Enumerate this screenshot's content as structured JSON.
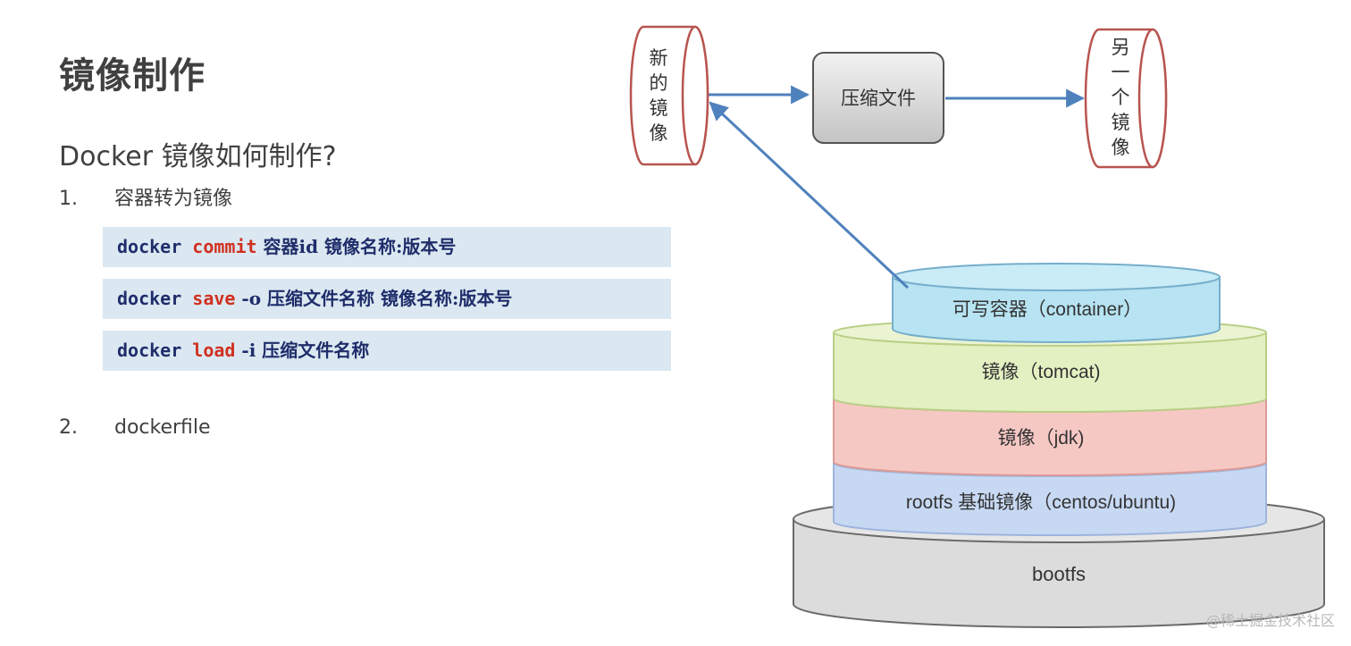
{
  "slide": {
    "title": "镜像制作",
    "subtitle": "Docker 镜像如何制作?",
    "steps": [
      {
        "num": "1.",
        "label": "容器转为镜像"
      },
      {
        "num": "2.",
        "label": "dockerfile"
      }
    ],
    "commands": [
      {
        "prefix": "docker ",
        "keyword": "commit",
        "rest": " 容器id 镜像名称:版本号"
      },
      {
        "prefix": "docker ",
        "keyword": "save",
        "rest": " -o 压缩文件名称 镜像名称:版本号"
      },
      {
        "prefix": "docker ",
        "keyword": "load",
        "rest": " -i 压缩文件名称"
      }
    ]
  },
  "diagram": {
    "new_image": [
      "新",
      "的",
      "镜",
      "像"
    ],
    "archive": "压缩文件",
    "another_image": [
      "另",
      "一",
      "个",
      "镜",
      "像"
    ],
    "layers": {
      "container": "可写容器（container）",
      "tomcat": "镜像（tomcat)",
      "jdk": "镜像（jdk)",
      "rootfs": "rootfs 基础镜像（centos/ubuntu)",
      "bootfs": "bootfs"
    }
  },
  "watermark": "@稀土掘金技术社区",
  "colors": {
    "command_bg": "#dbe8f1",
    "keyword": "#d03020",
    "arrow": "#4f81bd",
    "drum_outline": "#b85450",
    "container_fill": "#b7e3f2",
    "tomcat_fill": "#e3f0c2",
    "jdk_fill": "#f6c8c4",
    "rootfs_fill": "#c7d8f3",
    "bootfs_fill": "#dcdcdc"
  }
}
